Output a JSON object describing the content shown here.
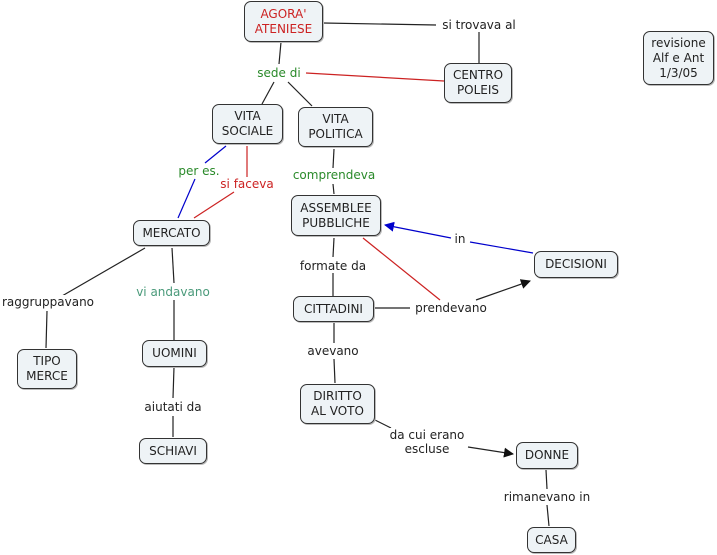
{
  "colors": {
    "node_fill": "#eef3f6",
    "black_link": "#222222",
    "red_link": "#cc2222",
    "blue_link": "#0000cc",
    "green_text": "#2a8a2a",
    "teal_text": "#4a9a7a",
    "red_text": "#cc2222"
  },
  "nodes": {
    "agora": "AGORA'\nATENIESE",
    "centro": "CENTRO\nPOLEIS",
    "revisione": "revisione\nAlf e Ant\n1/3/05",
    "vita_sociale": "VITA\nSOCIALE",
    "vita_politica": "VITA\nPOLITICA",
    "mercato": "MERCATO",
    "assemblee": "ASSEMBLEE\nPUBBLICHE",
    "decisioni": "DECISIONI",
    "cittadini": "CITTADINI",
    "tipo_merce": "TIPO\nMERCE",
    "uomini": "UOMINI",
    "schiavi": "SCHIAVI",
    "diritto": "DIRITTO\nAL VOTO",
    "donne": "DONNE",
    "casa": "CASA"
  },
  "links": {
    "si_trovava_al": "si trovava al",
    "sede_di": "sede di",
    "per_es": "per es.",
    "si_faceva": "si faceva",
    "comprendeva": "comprendeva",
    "in": "in",
    "formate_da": "formate da",
    "prendevano": "prendevano",
    "raggruppavano": "raggruppavano",
    "vi_andavano": "vi andavano",
    "aiutati_da": "aiutati da",
    "avevano": "avevano",
    "da_cui_erano_escluse": "da cui erano\nescluse",
    "rimanevano_in": "rimanevano in"
  }
}
